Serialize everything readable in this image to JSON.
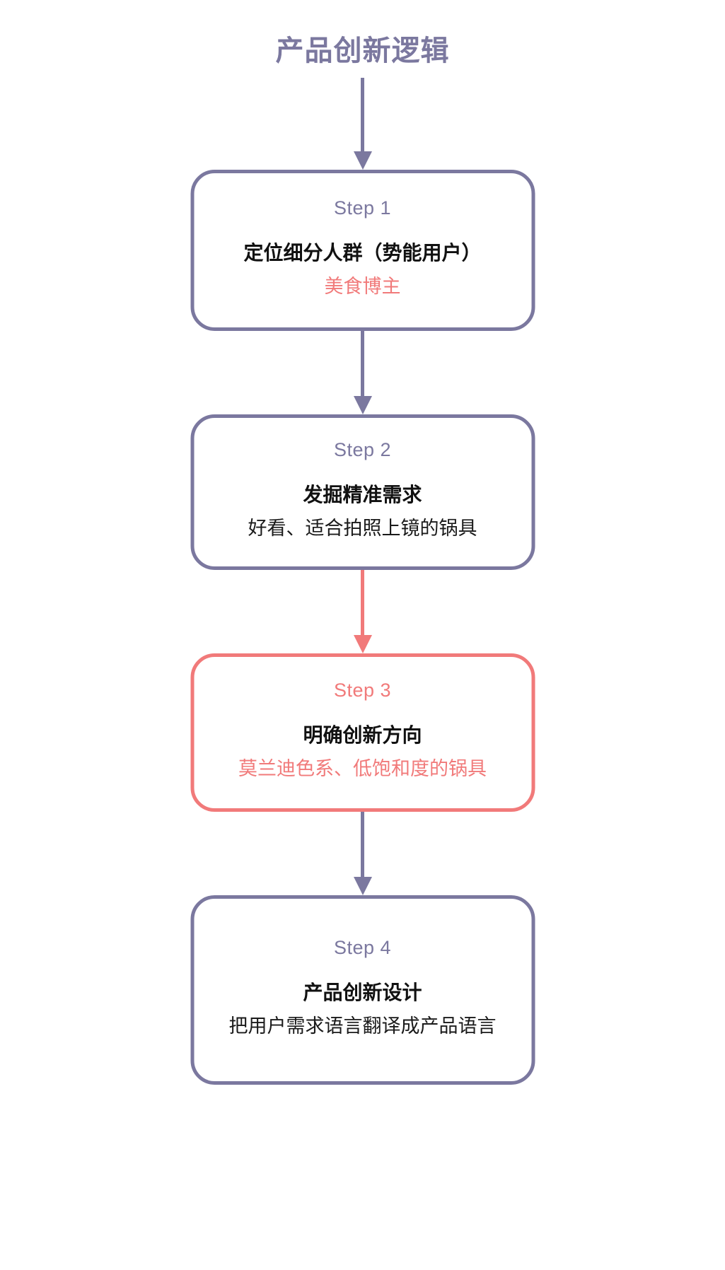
{
  "title": "产品创新逻辑",
  "colors": {
    "primary": "#7b789f",
    "accent": "#f17a7a",
    "text": "#111111",
    "background": "#ffffff"
  },
  "steps": [
    {
      "label": "Step 1",
      "heading": "定位细分人群（势能用户）",
      "detail": "美食博主",
      "detail_accent": true,
      "border_accent": false
    },
    {
      "label": "Step 2",
      "heading": "发掘精准需求",
      "detail": "好看、适合拍照上镜的锅具",
      "detail_accent": false,
      "border_accent": false
    },
    {
      "label": "Step 3",
      "heading": "明确创新方向",
      "detail": "莫兰迪色系、低饱和度的锅具",
      "detail_accent": true,
      "border_accent": true
    },
    {
      "label": "Step 4",
      "heading": "产品创新设计",
      "detail": "把用户需求语言翻译成产品语言",
      "detail_accent": false,
      "border_accent": false
    }
  ],
  "connectors": [
    {
      "name": "title-to-step-1",
      "color": "primary"
    },
    {
      "name": "step-1-to-step-2",
      "color": "primary"
    },
    {
      "name": "step-2-to-step-3",
      "color": "accent"
    },
    {
      "name": "step-3-to-step-4",
      "color": "primary"
    }
  ]
}
